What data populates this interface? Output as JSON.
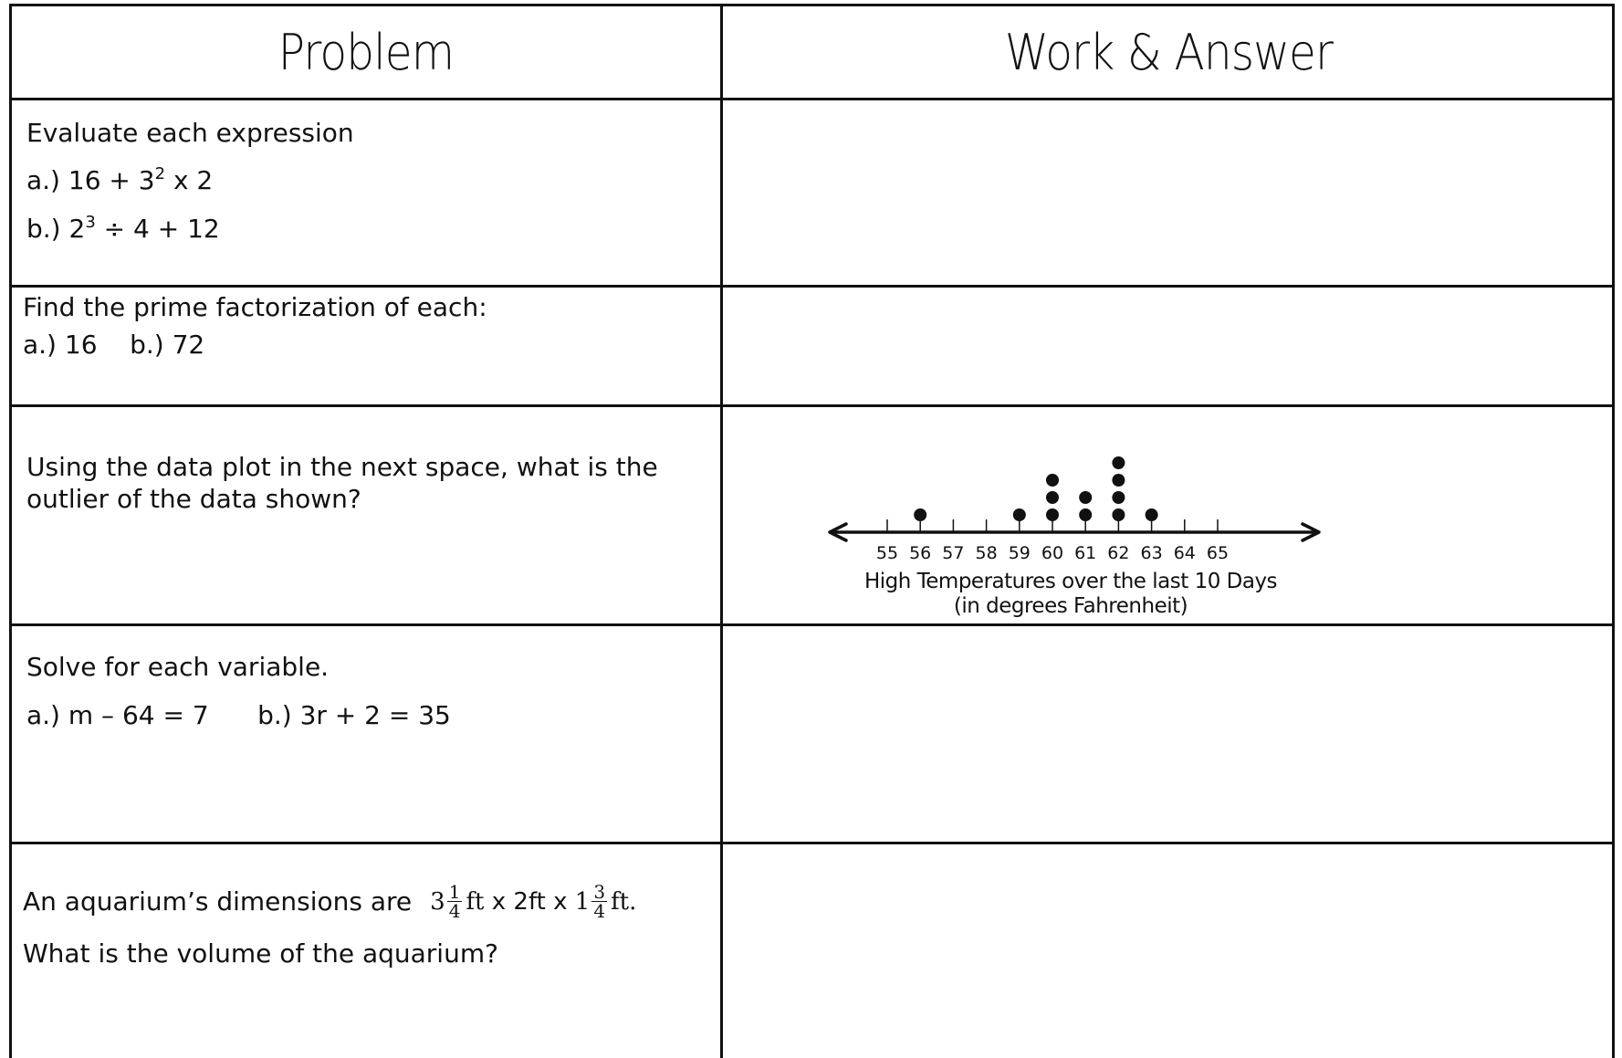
{
  "header": {
    "problem": "Problem",
    "work": "Work & Answer"
  },
  "rows": [
    {
      "title": "Evaluate each expression",
      "a_pre": "a.) 16 + 3",
      "a_sup": "2",
      "a_post": " x 2",
      "b_pre": "b.) 2",
      "b_sup": "3",
      "b_post": " ÷ 4 + 12"
    },
    {
      "title": "Find the prime factorization of each:",
      "line": "a.) 16    b.) 72"
    },
    {
      "line1": "Using the data plot in the next space, what is the",
      "line2": "outlier of the data shown?"
    },
    {
      "title": "Solve for each variable.",
      "line": "a.) m – 64 = 7      b.) 3r + 2 = 35"
    },
    {
      "line1_pre": "An aquarium’s dimensions are",
      "w_whole": "3",
      "w_num": "1",
      "w_den": "4",
      "w_unit": "ft",
      "mid": " x 2ft x ",
      "h_whole": "1",
      "h_num": "3",
      "h_den": "4",
      "h_unit": "ft.",
      "line2": "What is the volume of the aquarium?"
    }
  ],
  "chart_data": {
    "type": "dot-plot",
    "title": "High Temperatures over the last 10 Days",
    "subtitle": "(in degrees Fahrenheit)",
    "ticks": [
      55,
      56,
      57,
      58,
      59,
      60,
      61,
      62,
      63,
      64,
      65
    ],
    "xlim": [
      55,
      65
    ],
    "points": [
      {
        "x": 56,
        "count": 1
      },
      {
        "x": 59,
        "count": 1
      },
      {
        "x": 60,
        "count": 3
      },
      {
        "x": 61,
        "count": 2
      },
      {
        "x": 62,
        "count": 4
      },
      {
        "x": 63,
        "count": 1
      }
    ]
  }
}
